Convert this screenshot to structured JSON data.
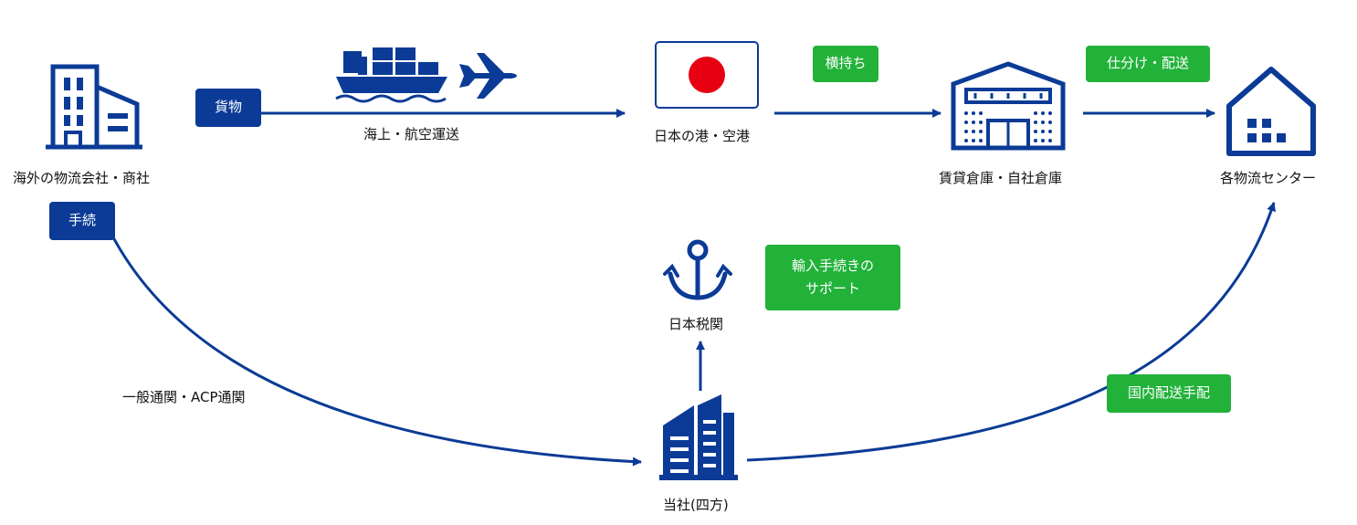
{
  "colors": {
    "navy": "#0b3b96",
    "green": "#22b23a",
    "red": "#e60012"
  },
  "labels": {
    "overseas": "海外の物流会社・商社",
    "transport": "海上・航空運送",
    "japan_port": "日本の港・空港",
    "warehouse": "賃貸倉庫・自社倉庫",
    "logistics_center": "各物流センター",
    "customs": "日本税関",
    "customs_clearance": "一般通関・ACP通関",
    "company": "当社(四方)"
  },
  "badges": {
    "cargo": "貨物",
    "procedure": "手続",
    "yokomochi": "横持ち",
    "sorting": "仕分け・配送",
    "import_support_line1": "輸入手続きの",
    "import_support_line2": "サポート",
    "domestic_delivery": "国内配送手配"
  },
  "icons": {
    "overseas": "office-building-icon",
    "ship": "container-ship-icon",
    "plane": "airplane-icon",
    "flag": "japan-flag-icon",
    "warehouse": "warehouse-icon",
    "house": "house-icon",
    "anchor": "anchor-icon",
    "company": "company-building-icon"
  }
}
